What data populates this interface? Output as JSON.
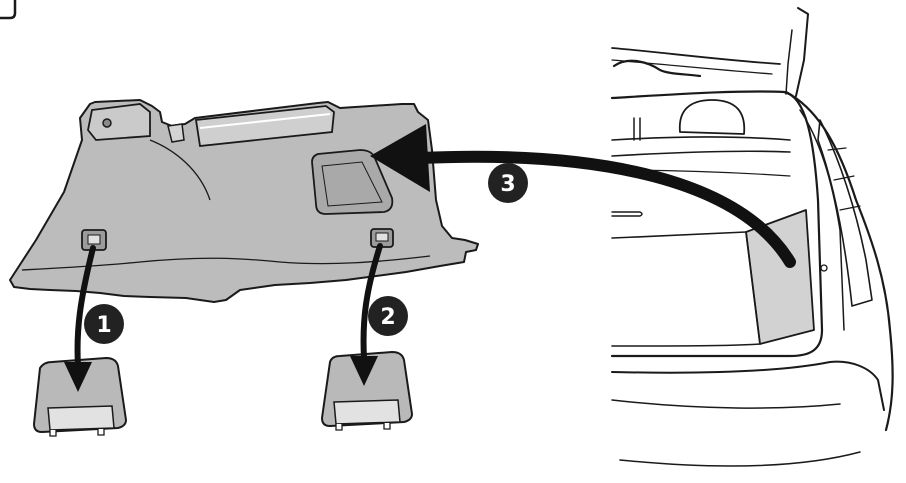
{
  "steps": [
    {
      "number": "1"
    },
    {
      "number": "2"
    },
    {
      "number": "3"
    }
  ],
  "colors": {
    "panel_fill": "#bcbcbc",
    "panel_stroke": "#1a1a1a",
    "cover_fill": "#b9b9b9",
    "arrow": "#111111",
    "badge": "#222222",
    "car_line": "#1a1a1a",
    "trunk_wall": "#d2d2d2"
  }
}
